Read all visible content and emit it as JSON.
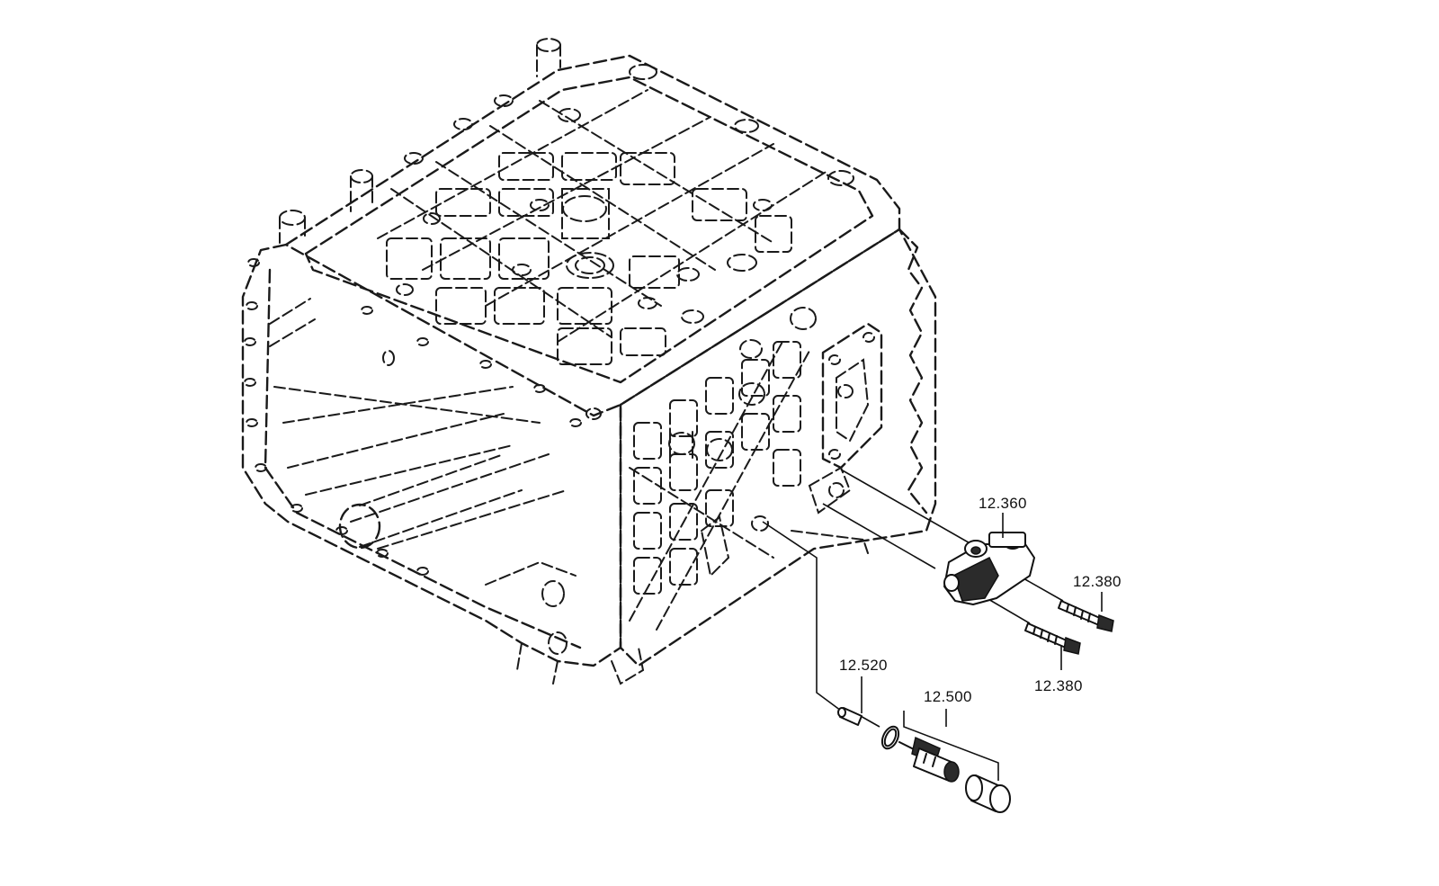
{
  "callouts": {
    "c1": "12.360",
    "c2": "12.380",
    "c3": "12.380",
    "c4": "12.520",
    "c5": "12.500"
  },
  "colors": {
    "line": "#111111",
    "background": "#ffffff"
  }
}
